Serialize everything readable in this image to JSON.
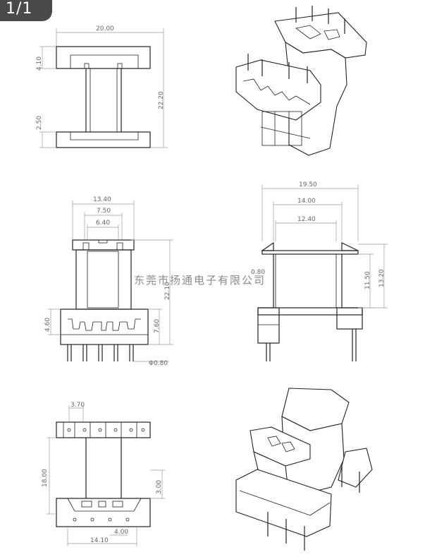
{
  "page": {
    "tag": "1/1",
    "watermark": "东莞市扬通电子有限公司"
  },
  "views": {
    "top_left": {
      "width": "20.00",
      "height": "22.20",
      "top_flange": "4.10",
      "bottom_flange": "2.50"
    },
    "middle_left": {
      "w1": "13.40",
      "w2": "7.50",
      "w3": "6.40",
      "height": "22.10",
      "base": "4.60",
      "lower": "7.60",
      "pin": "Φ0.80"
    },
    "middle_right": {
      "w1": "19.50",
      "w2": "14.00",
      "w3": "12.40",
      "flange": "0.80",
      "h1": "11.50",
      "h2": "13.20"
    },
    "bottom_left": {
      "pitch_top": "3.70",
      "height": "18.00",
      "offset": "3.00",
      "width": "14.10",
      "pitch": "4.00"
    }
  }
}
